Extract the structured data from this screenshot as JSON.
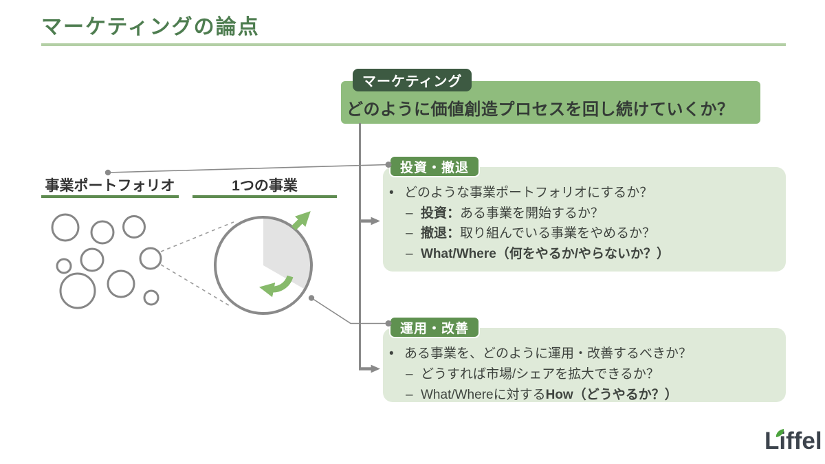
{
  "title": "マーケティングの論点",
  "banner": {
    "badge_label": "マーケティング",
    "question": "どのように価値創造プロセスを回し続けていくか？"
  },
  "diagram": {
    "label_portfolio": "事業ポートフォリオ",
    "label_single_business": "1つの事業"
  },
  "markers": {
    "bullet": "•",
    "dash": "–"
  },
  "boxes": [
    {
      "badge": "投資・撤退",
      "lead": "どのような事業ポートフォリオにするか？",
      "subs": [
        {
          "bold": "投資：",
          "post": "ある事業を開始するか？"
        },
        {
          "bold": "撤退：",
          "post": "取り組んでいる事業をやめるか？"
        },
        {
          "bold": "What/Where（何をやるか/やらないか？）"
        }
      ]
    },
    {
      "badge": "運用・改善",
      "lead": "ある事業を、どのように運用・改善するべきか？",
      "subs": [
        {
          "pre": "どうすれば市場/シェアを拡大できるか？"
        },
        {
          "pre": "What/Whereに対する",
          "bold": "How（どうやるか？）"
        }
      ]
    }
  ],
  "logo": {
    "part1": "L",
    "part2": "i",
    "part3": "ffel"
  },
  "colors": {
    "title_green": "#4e7d50",
    "title_rule_green": "#b3cfa5",
    "banner_green": "#8fbc7d",
    "badge_dark_green": "#3d5a42",
    "box_badge_green": "#5f9150",
    "box_bg_green": "#dfead9",
    "label_rule_green": "#5e8b50",
    "arrow_green": "#87ba6b",
    "line_gray": "#8a8a8a",
    "wedge_gray": "#e3e3e3",
    "logo_ink": "#3c434c",
    "logo_leaf": "#4ba33d"
  }
}
